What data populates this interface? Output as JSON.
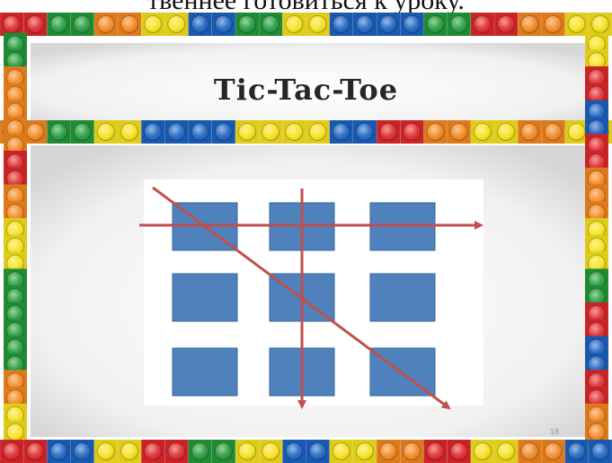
{
  "header_caption": "твеннее готовиться к уроку.",
  "slide": {
    "title": "Tic-Tac-Toe",
    "slide_number": "18"
  },
  "colors": {
    "red": "#e0282b",
    "orange": "#f4881f",
    "yellow": "#f8e21c",
    "green": "#239a3a",
    "blue": "#1c63c2",
    "cell": "#4f81bd",
    "arrow": "#c0504d"
  },
  "brick_borders": {
    "top": [
      "red",
      "red",
      "green",
      "green",
      "orange",
      "orange",
      "yellow",
      "yellow",
      "blue",
      "blue",
      "green",
      "green",
      "yellow",
      "yellow",
      "blue",
      "blue",
      "blue",
      "blue",
      "green",
      "green",
      "red",
      "red",
      "orange",
      "orange",
      "yellow",
      "yellow"
    ],
    "middle": [
      "orange",
      "orange",
      "green",
      "green",
      "yellow",
      "yellow",
      "blue",
      "blue",
      "blue",
      "blue",
      "yellow",
      "yellow",
      "yellow",
      "yellow",
      "blue",
      "blue",
      "red",
      "red",
      "orange",
      "orange",
      "yellow",
      "yellow",
      "orange",
      "orange",
      "yellow",
      "yellow"
    ],
    "bottom": [
      "red",
      "red",
      "blue",
      "blue",
      "yellow",
      "yellow",
      "red",
      "red",
      "green",
      "green",
      "yellow",
      "yellow",
      "blue",
      "blue",
      "yellow",
      "yellow",
      "orange",
      "orange",
      "red",
      "red",
      "yellow",
      "yellow",
      "orange",
      "orange",
      "blue",
      "blue"
    ],
    "left": [
      "green",
      "green",
      "orange",
      "orange",
      "orange",
      "orange",
      "orange",
      "red",
      "red",
      "orange",
      "orange",
      "yellow",
      "yellow",
      "yellow",
      "green",
      "green",
      "green",
      "green",
      "green",
      "green",
      "orange",
      "orange",
      "yellow",
      "yellow"
    ],
    "right": [
      "yellow",
      "yellow",
      "red",
      "red",
      "blue",
      "blue",
      "red",
      "red",
      "orange",
      "orange",
      "orange",
      "yellow",
      "yellow",
      "yellow",
      "green",
      "green",
      "red",
      "red",
      "blue",
      "blue",
      "red",
      "red",
      "orange",
      "orange"
    ]
  },
  "grid": {
    "rows": 3,
    "cols": 3
  }
}
